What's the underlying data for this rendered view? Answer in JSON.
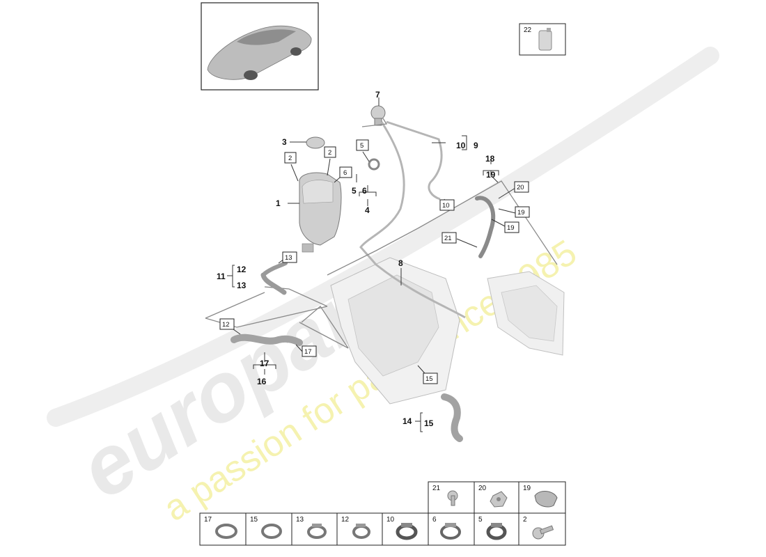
{
  "watermark": {
    "brand": "europarts",
    "slogan": "a passion for parts since 1985",
    "brand_color": "#e6e6e6",
    "slogan_color": "#f3efa6"
  },
  "diagram": {
    "plain_labels": [
      {
        "id": "l1",
        "text": "1"
      },
      {
        "id": "l3",
        "text": "3"
      },
      {
        "id": "l4",
        "text": "4"
      },
      {
        "id": "l5",
        "text": "5"
      },
      {
        "id": "l6",
        "text": "6"
      },
      {
        "id": "l7",
        "text": "7"
      },
      {
        "id": "l8",
        "text": "8"
      },
      {
        "id": "l9",
        "text": "9"
      },
      {
        "id": "l10",
        "text": "10"
      },
      {
        "id": "l11",
        "text": "11"
      },
      {
        "id": "l12",
        "text": "12"
      },
      {
        "id": "l13",
        "text": "13"
      },
      {
        "id": "l14",
        "text": "14"
      },
      {
        "id": "l15",
        "text": "15"
      },
      {
        "id": "l16",
        "text": "16"
      },
      {
        "id": "l17",
        "text": "17"
      },
      {
        "id": "l18",
        "text": "18"
      },
      {
        "id": "l19",
        "text": "19"
      }
    ],
    "boxed_labels": [
      {
        "id": "b2a",
        "text": "2"
      },
      {
        "id": "b2b",
        "text": "2"
      },
      {
        "id": "b5",
        "text": "5"
      },
      {
        "id": "b6",
        "text": "6"
      },
      {
        "id": "b10",
        "text": "10"
      },
      {
        "id": "b12",
        "text": "12"
      },
      {
        "id": "b13",
        "text": "13"
      },
      {
        "id": "b15",
        "text": "15"
      },
      {
        "id": "b17",
        "text": "17"
      },
      {
        "id": "b19a",
        "text": "19"
      },
      {
        "id": "b19b",
        "text": "19"
      },
      {
        "id": "b20",
        "text": "20"
      },
      {
        "id": "b21",
        "text": "21"
      }
    ],
    "legend_item_22": "22"
  },
  "parts_table": {
    "top_row": [
      "21",
      "20",
      "19"
    ],
    "bottom_row": [
      "17",
      "15",
      "13",
      "12",
      "10",
      "6",
      "5",
      "2"
    ]
  }
}
